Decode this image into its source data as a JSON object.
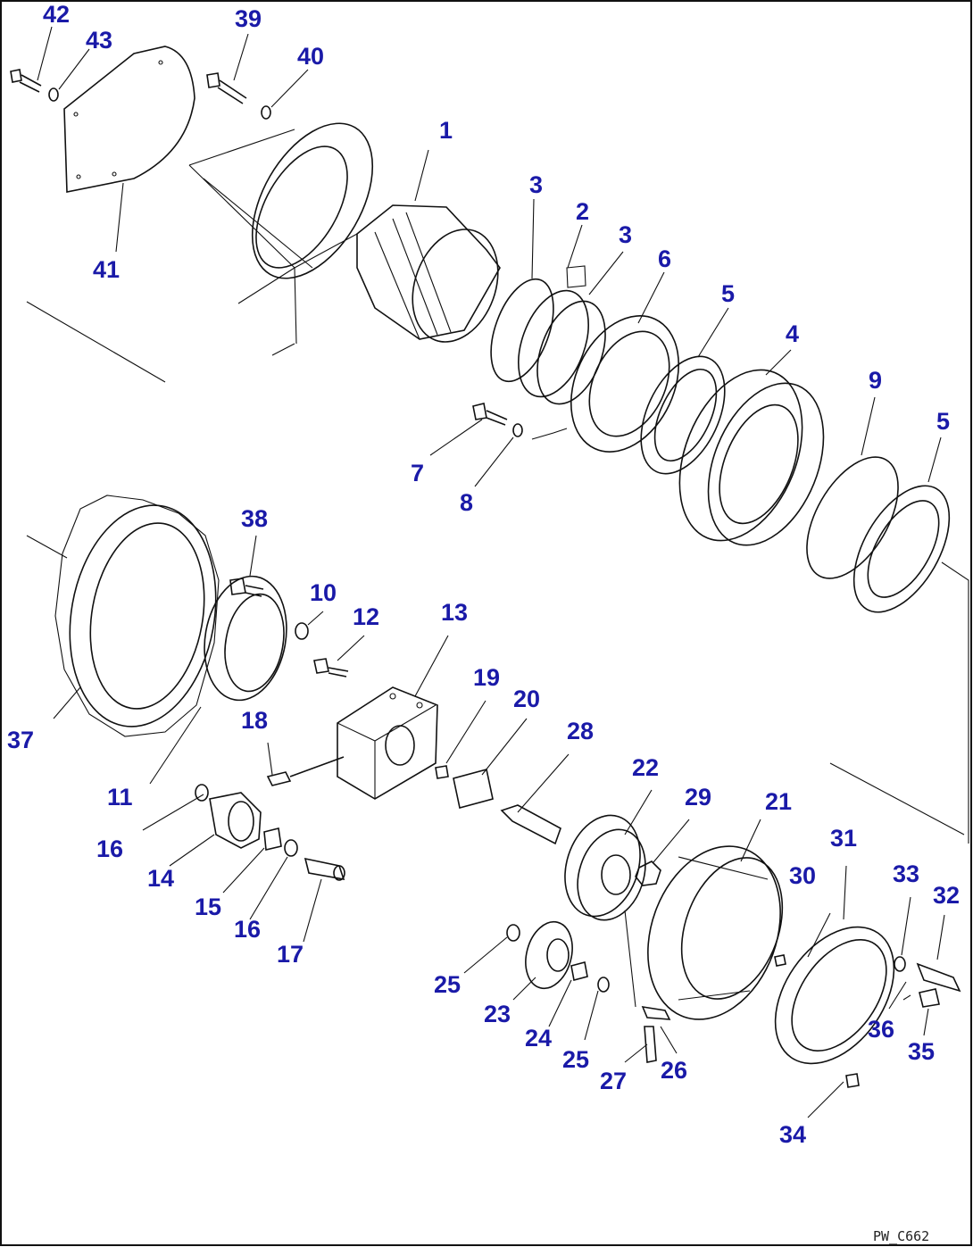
{
  "diagram": {
    "drawing_code": "PW_C662",
    "parts": [
      {
        "num": "1"
      },
      {
        "num": "2"
      },
      {
        "num": "3"
      },
      {
        "num": "3"
      },
      {
        "num": "4"
      },
      {
        "num": "5"
      },
      {
        "num": "5"
      },
      {
        "num": "6"
      },
      {
        "num": "7"
      },
      {
        "num": "8"
      },
      {
        "num": "9"
      },
      {
        "num": "10"
      },
      {
        "num": "11"
      },
      {
        "num": "12"
      },
      {
        "num": "13"
      },
      {
        "num": "14"
      },
      {
        "num": "15"
      },
      {
        "num": "16"
      },
      {
        "num": "16"
      },
      {
        "num": "17"
      },
      {
        "num": "18"
      },
      {
        "num": "19"
      },
      {
        "num": "20"
      },
      {
        "num": "21"
      },
      {
        "num": "22"
      },
      {
        "num": "23"
      },
      {
        "num": "24"
      },
      {
        "num": "25"
      },
      {
        "num": "25"
      },
      {
        "num": "26"
      },
      {
        "num": "27"
      },
      {
        "num": "28"
      },
      {
        "num": "29"
      },
      {
        "num": "30"
      },
      {
        "num": "31"
      },
      {
        "num": "32"
      },
      {
        "num": "33"
      },
      {
        "num": "34"
      },
      {
        "num": "35"
      },
      {
        "num": "36"
      },
      {
        "num": "37"
      },
      {
        "num": "38"
      },
      {
        "num": "39"
      },
      {
        "num": "40"
      },
      {
        "num": "41"
      },
      {
        "num": "42"
      },
      {
        "num": "43"
      }
    ]
  }
}
